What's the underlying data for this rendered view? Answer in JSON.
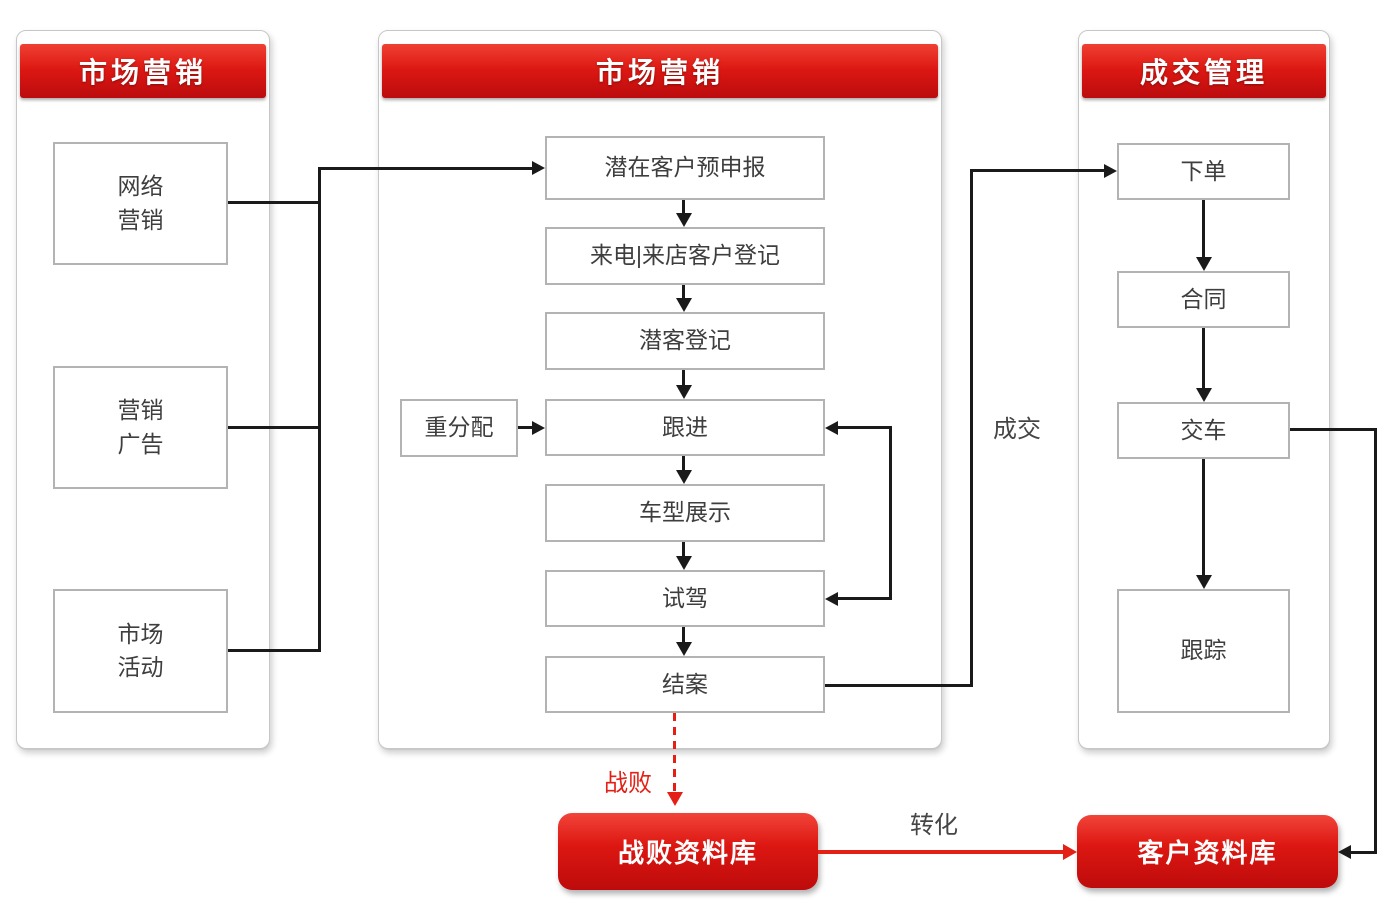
{
  "panels": {
    "left": {
      "title": "市场营销",
      "nodes": [
        "网络\n营销",
        "营销\n广告",
        "市场\n活动"
      ]
    },
    "middle": {
      "title": "市场营销",
      "nodes": [
        "潜在客户预申报",
        "来电|来店客户登记",
        "潜客登记",
        "跟进",
        "车型展示",
        "试驾",
        "结案"
      ],
      "side_node": "重分配"
    },
    "right": {
      "title": "成交管理",
      "nodes": [
        "下单",
        "合同",
        "交车",
        "跟踪"
      ]
    }
  },
  "databases": {
    "lost": "战败资料库",
    "customer": "客户资料库"
  },
  "edge_labels": {
    "deal": "成交",
    "lost": "战败",
    "convert": "转化"
  },
  "colors": {
    "header_red_top": "#ef4034",
    "header_red_bottom": "#bb0c0e",
    "line_black": "#1a1a1a",
    "line_red": "#e41f16",
    "node_border": "#b3b3b3",
    "node_text": "#3e3e3e"
  }
}
